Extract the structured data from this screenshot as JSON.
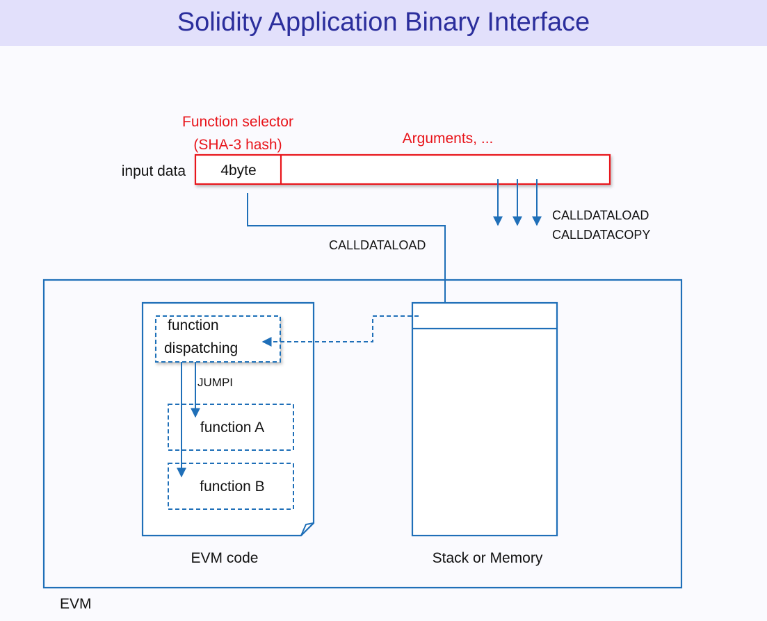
{
  "title": "Solidity Application Binary Interface",
  "input": {
    "label": "input data",
    "selector_cell": "4byte",
    "selector_caption_line1": "Function selector",
    "selector_caption_line2": "(SHA-3 hash)",
    "arguments_caption": "Arguments, ..."
  },
  "opcodes": {
    "arg_load": "CALLDATALOAD",
    "arg_copy": "CALLDATACOPY",
    "selector_load": "CALLDATALOAD",
    "jump": "JUMPI"
  },
  "evm": {
    "label": "EVM",
    "code_label": "EVM code",
    "memory_label": "Stack or Memory",
    "dispatch_line1": "function",
    "dispatch_line2": "dispatching",
    "function_a": "function A",
    "function_b": "function B"
  },
  "colors": {
    "title_band": "#e2e0fb",
    "title_text": "#2b2e9c",
    "red": "#e8141a",
    "blue": "#1f6fb8",
    "text": "#111111"
  }
}
